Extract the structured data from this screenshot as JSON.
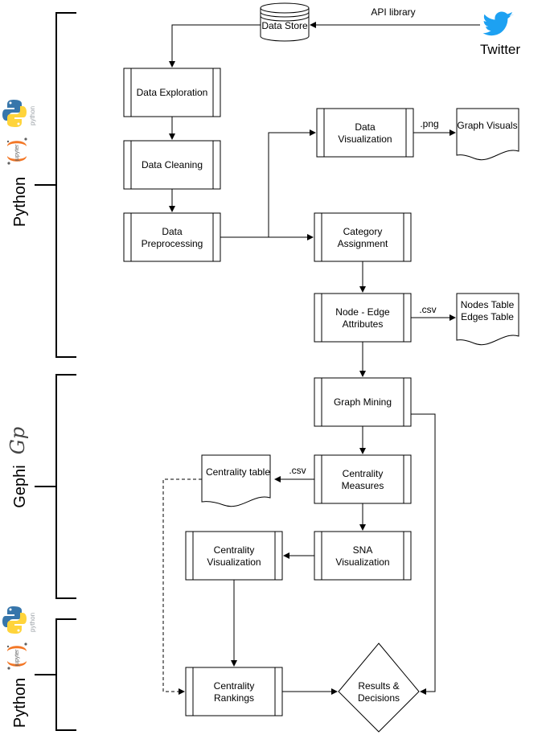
{
  "sections": {
    "python_top": "Python",
    "gephi": "Gephi",
    "python_bottom": "Python"
  },
  "logos": {
    "python_wordmark": "python",
    "jupyter_wordmark": "jupyter",
    "gephi_mark": "Gp"
  },
  "sources": {
    "data_store": "Data Store",
    "api_library": "API library",
    "twitter": "Twitter"
  },
  "process": {
    "data_exploration": "Data Exploration",
    "data_cleaning": "Data Cleaning",
    "data_preprocessing": [
      "Data",
      "Preprocessing"
    ],
    "data_visualization": [
      "Data",
      "Visualization"
    ],
    "category_assignment": [
      "Category",
      "Assignment"
    ],
    "node_edge_attributes": [
      "Node - Edge",
      "Attributes"
    ],
    "graph_mining": "Graph Mining",
    "centrality_measures": [
      "Centrality",
      "Measures"
    ],
    "sna_visualization": [
      "SNA",
      "Visualization"
    ],
    "centrality_visualization": [
      "Centrality",
      "Visualization"
    ],
    "centrality_rankings": [
      "Centrality",
      "Rankings"
    ]
  },
  "documents": {
    "graph_visuals": "Graph Visuals",
    "nodes_edges_tables": [
      "Nodes Table",
      "Edges Table"
    ],
    "centrality_table": "Centrality table"
  },
  "decision": {
    "results_decisions": [
      "Results &",
      "Decisions"
    ]
  },
  "edge_labels": {
    "png": ".png",
    "csv_nodes": ".csv",
    "csv_centrality": ".csv"
  },
  "colors": {
    "line": "#000000",
    "twitter_blue": "#1DA1F2",
    "python_blue": "#3776AB",
    "python_yellow": "#FFD43B",
    "jupyter_orange": "#F37726",
    "logo_gray": "#9aa0a6"
  }
}
